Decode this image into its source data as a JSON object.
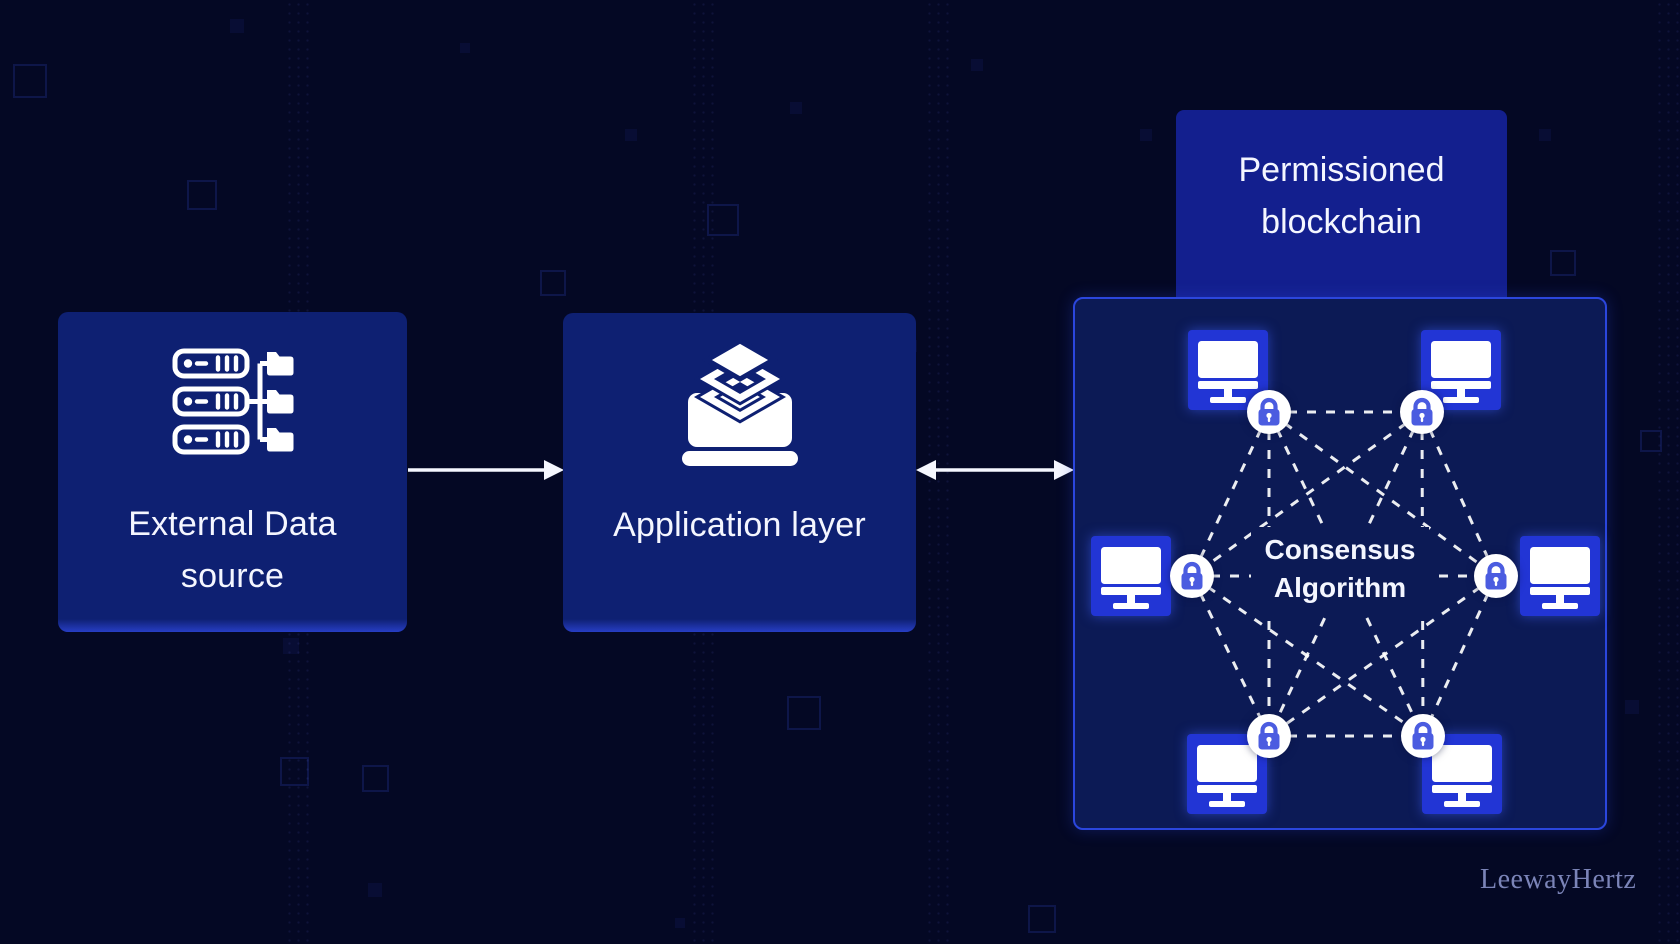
{
  "diagram": {
    "boxes": [
      {
        "id": "external-data-source",
        "label": "External Data source",
        "icon": "server-folders-icon"
      },
      {
        "id": "application-layer",
        "label": "Application layer",
        "icon": "laptop-layers-icon"
      }
    ],
    "permissioned": {
      "title": "Permissioned blockchain",
      "consensus_label": "Consensus\nAlgorithm",
      "node_count": 6,
      "node_icon": "computer-icon",
      "link_icon": "padlock-icon",
      "topology": "fully-connected-mesh"
    },
    "connections": [
      {
        "from": "external-data-source",
        "to": "application-layer",
        "style": "arrow-right"
      },
      {
        "from": "application-layer",
        "to": "permissioned-blockchain",
        "style": "arrow-both"
      }
    ],
    "watermark": "LeewayHertz"
  },
  "palette": {
    "background": "#040824",
    "box_fill": "#0e2072",
    "label_box_fill": "#131f8e",
    "network_box_fill": "#0c1a55",
    "network_box_border": "#2b46dd",
    "node_square_blue": "#2235d5",
    "lock_blue": "#4b5ce0",
    "arrow_white": "#f5f7ff",
    "text_white": "#f4f6ff",
    "watermark_color": "#7b84b8",
    "bg_square_line": "#111a52",
    "bg_square_fill": "#0a0f38"
  }
}
